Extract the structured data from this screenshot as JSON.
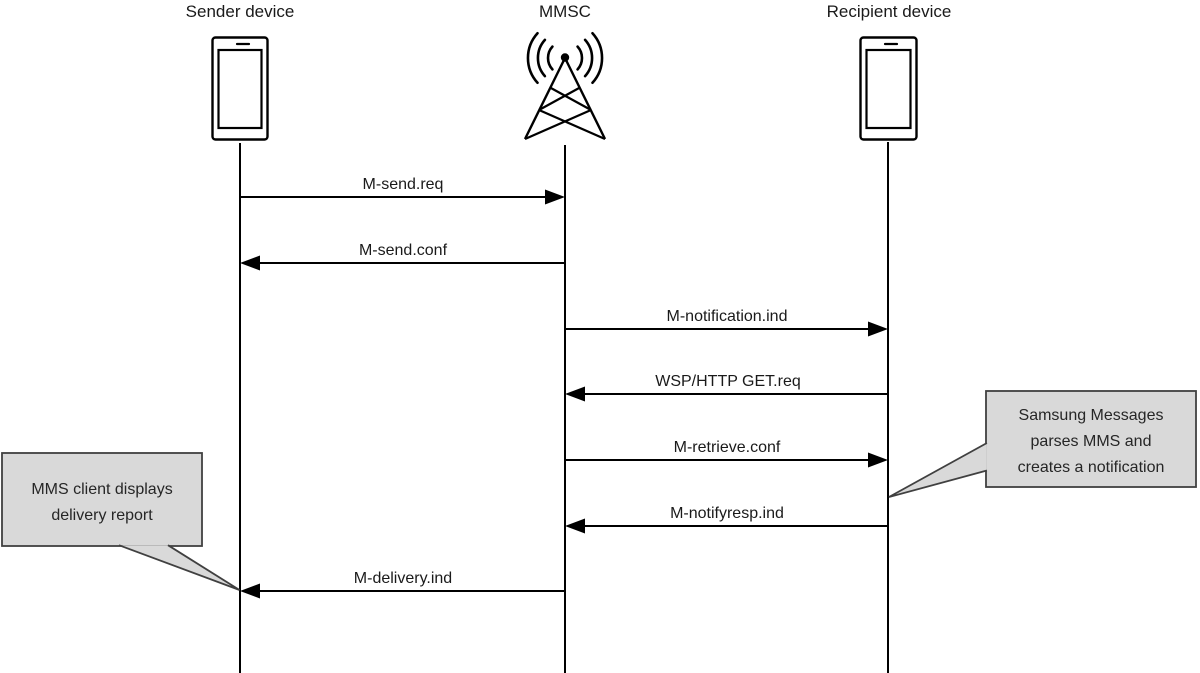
{
  "diagram": {
    "type": "sequence-diagram",
    "topic": "MMS message flow",
    "actors": [
      {
        "name": "Sender device",
        "icon": "smartphone-icon"
      },
      {
        "name": "MMSC",
        "icon": "cell-tower-icon"
      },
      {
        "name": "Recipient device",
        "icon": "smartphone-icon"
      }
    ],
    "messages": [
      {
        "label": "M-send.req",
        "from": "Sender device",
        "to": "MMSC"
      },
      {
        "label": "M-send.conf",
        "from": "MMSC",
        "to": "Sender device"
      },
      {
        "label": "M-notification.ind",
        "from": "MMSC",
        "to": "Recipient device"
      },
      {
        "label": "WSP/HTTP GET.req",
        "from": "Recipient device",
        "to": "MMSC"
      },
      {
        "label": "M-retrieve.conf",
        "from": "MMSC",
        "to": "Recipient device"
      },
      {
        "label": "M-notifyresp.ind",
        "from": "Recipient device",
        "to": "MMSC"
      },
      {
        "label": "M-delivery.ind",
        "from": "MMSC",
        "to": "Sender device"
      }
    ],
    "callouts": [
      {
        "attached_to": "Sender device",
        "lines": [
          "MMS client displays",
          "delivery report"
        ]
      },
      {
        "attached_to": "Recipient device",
        "lines": [
          "Samsung Messages",
          "parses MMS and",
          "creates a notification"
        ]
      }
    ]
  },
  "colors": {
    "background": "#ffffff",
    "line": "#000000",
    "text": "#1a1a1a",
    "callout_fill": "#d9d9d9",
    "callout_border": "#404040"
  }
}
